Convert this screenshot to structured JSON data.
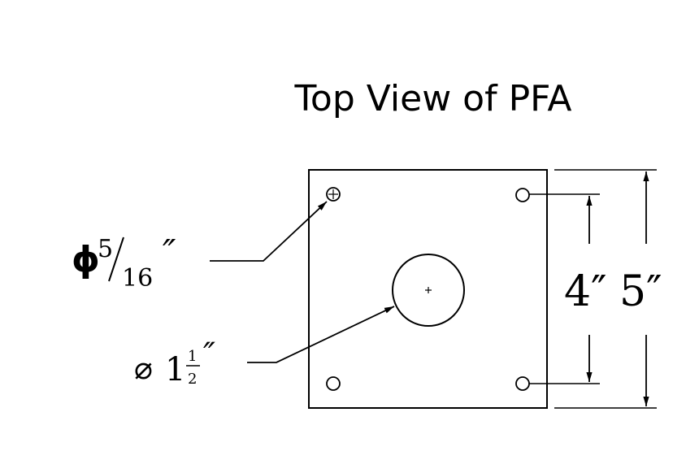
{
  "title": "Top View of PFA",
  "small_hole": {
    "symbol": "ϕ",
    "numerator": "5",
    "denominator": "16",
    "unit": "″"
  },
  "large_hole": {
    "symbol": "⌀",
    "whole": "1",
    "numerator": "1",
    "denominator": "2",
    "unit": "″"
  },
  "dim_inner": "4″",
  "dim_outer": "5″"
}
